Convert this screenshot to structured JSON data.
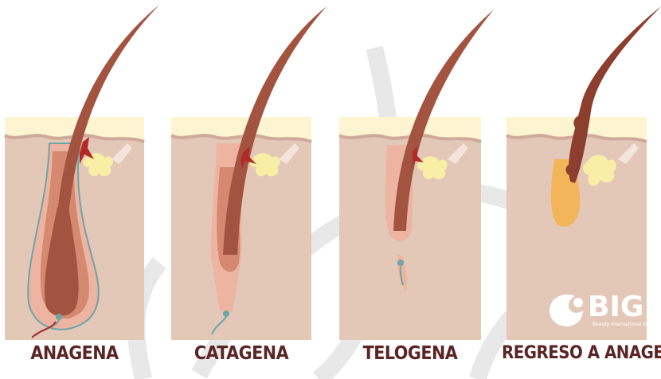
{
  "colors": {
    "skin": "#e3c8b8",
    "skin_top": "#fdf4d2",
    "hair": "#a35441",
    "follicle_outer": "#ecb4a1",
    "follicle_inner": "#d48970",
    "gland": "#f8eea5",
    "muscle": "#b12a28",
    "watermark": "#e6e6e6",
    "label": "#5a2524"
  },
  "stages": [
    {
      "label": "ANAGENA",
      "icon": "anagen-follicle"
    },
    {
      "label": "CATAGENA",
      "icon": "catagen-follicle"
    },
    {
      "label": "TELOGENA",
      "icon": "telogen-follicle"
    },
    {
      "label": "REGRESO A ANAGENA",
      "icon": "return-anagen-follicle"
    }
  ],
  "logo": {
    "text": "BIG",
    "subtitle": "Beauty International Group"
  }
}
